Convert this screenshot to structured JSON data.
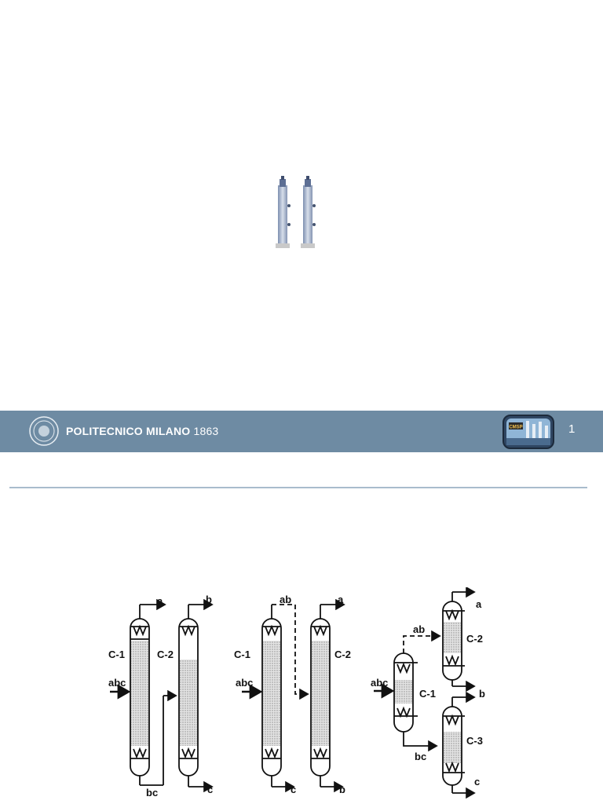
{
  "footer": {
    "brand_strong": "POLITECNICO MILANO",
    "brand_year": "1863",
    "page_number": "1",
    "badge_text": "CMSP"
  },
  "diagrams": {
    "direct": {
      "feed": "abc",
      "col1": "C-1",
      "col2": "C-2",
      "top1": "a",
      "top2": "b",
      "bottom_link": "bc",
      "bottom2": "c"
    },
    "indirect": {
      "feed": "abc",
      "col1": "C-1",
      "col2": "C-2",
      "top_link": "ab",
      "top2": "a",
      "bottom1": "c",
      "bottom2": "b"
    },
    "prefractionator": {
      "feed": "abc",
      "col1": "C-1",
      "col2": "C-2",
      "col3": "C-3",
      "top_link": "ab",
      "bottom_link": "bc",
      "out_a": "a",
      "out_b": "b",
      "out_c": "c"
    }
  }
}
